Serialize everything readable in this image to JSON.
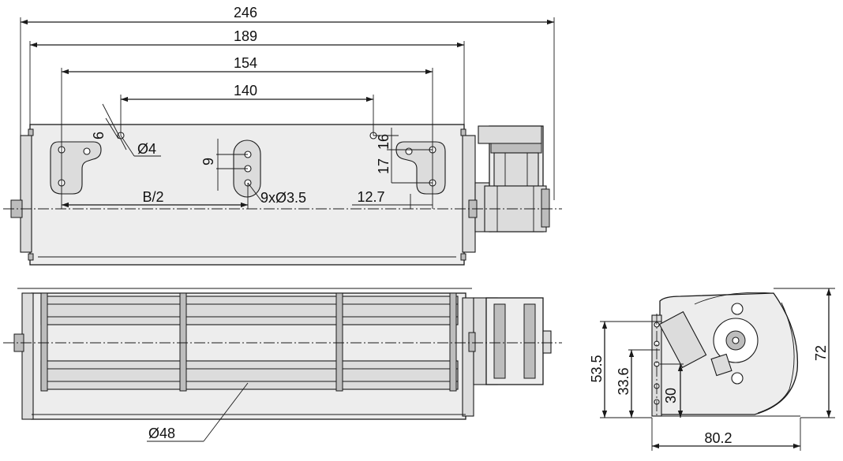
{
  "drawing": {
    "top_view": {
      "overall_length": "246",
      "housing_length": "189",
      "mount_hole_spacing": "154",
      "inner_hole_spacing": "140",
      "small_offset": "6",
      "mount_hole_diameter": "Ø4",
      "slot_pitch": "9",
      "slot_holes": "9xØ3.5",
      "half_length": "B/2",
      "edge_offset": "12.7",
      "vertical_offset_a": "16",
      "vertical_offset_b": "17"
    },
    "front_view": {
      "rotor_diameter": "Ø48"
    },
    "side_view": {
      "height_total": "72",
      "height_a": "53.5",
      "height_b": "33.6",
      "height_c": "30",
      "width": "80.2"
    }
  }
}
